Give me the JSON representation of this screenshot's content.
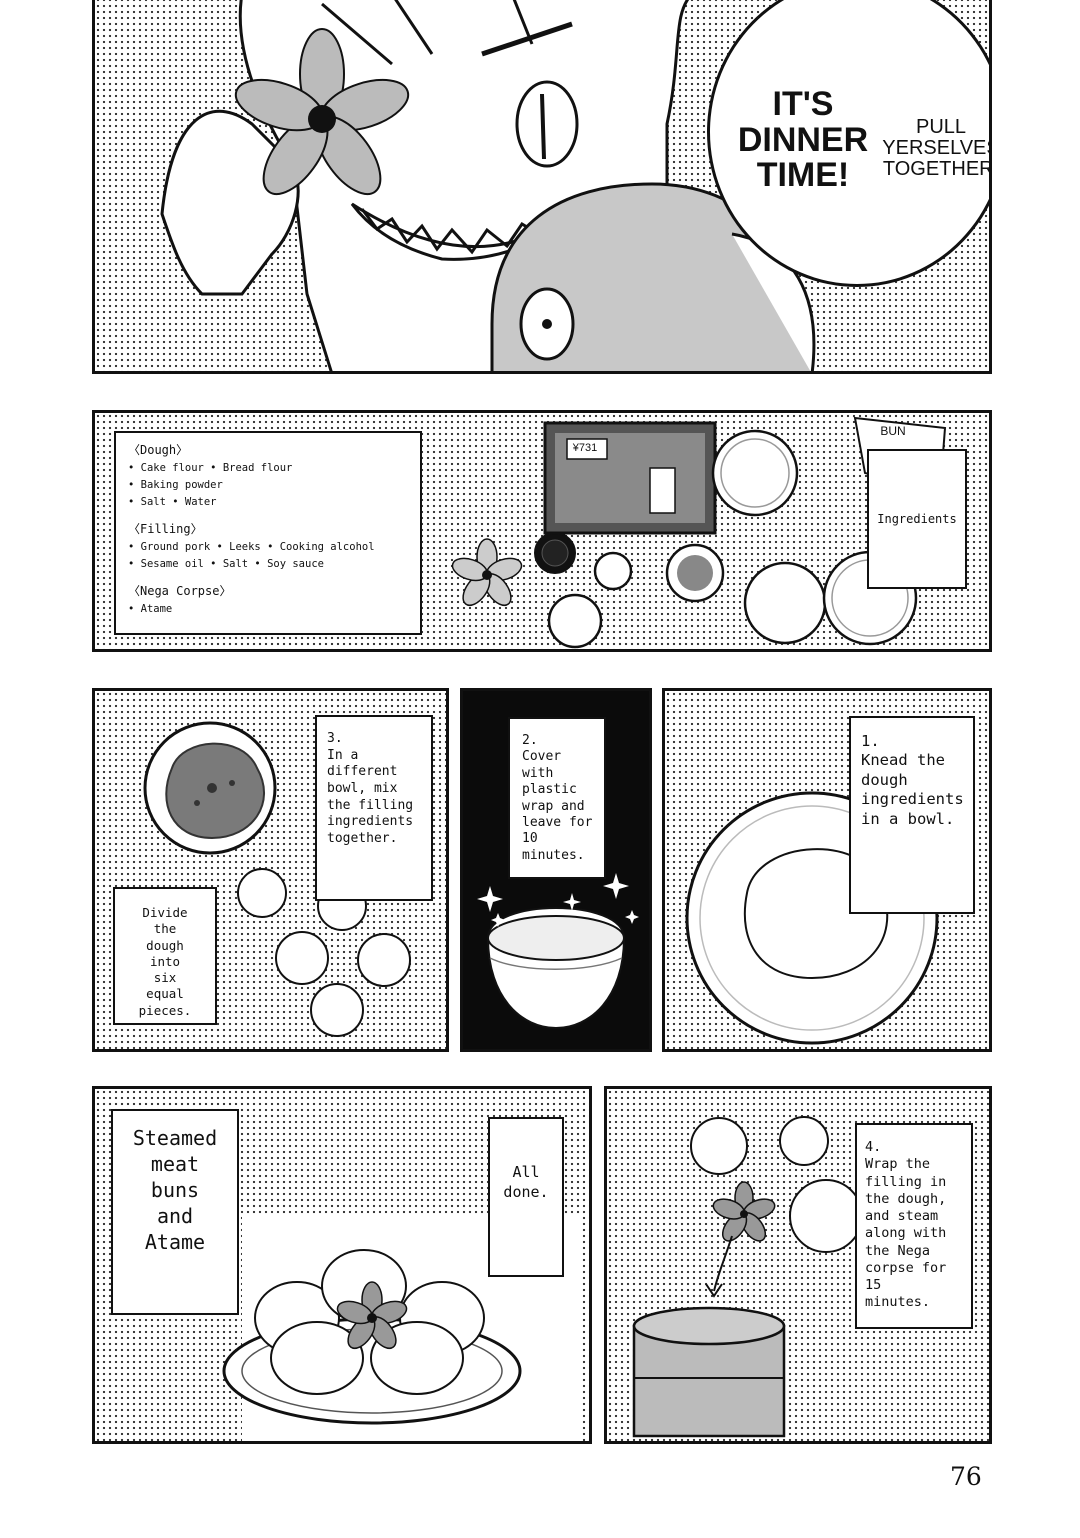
{
  "panel1": {
    "speech_main": "IT'S\nDINNER\nTIME!",
    "speech_side": "PULL\nYERSELVES\nTOGETHER!"
  },
  "panel2": {
    "ingredients": {
      "dough": {
        "heading": "〈Dough〉",
        "lines": [
          "• Cake flour • Bread flour",
          "• Baking powder",
          "• Salt • Water"
        ]
      },
      "filling": {
        "heading": "〈Filling〉",
        "lines": [
          "• Ground pork • Leeks • Cooking alcohol",
          "• Sesame oil • Salt • Soy sauce"
        ]
      },
      "nega_corpse": {
        "heading": "〈Nega Corpse〉",
        "lines": [
          "• Atame"
        ]
      }
    },
    "ingredients_label": "Ingredients",
    "price_tag": "¥731",
    "bag_text": "BUN"
  },
  "steps": {
    "step1": "1.\nKnead the\ndough\ningredients\nin a bowl.",
    "step2": "2.\nCover\nwith\nplastic\nwrap and\nleave for\n10\nminutes.",
    "step3": "3.\nIn a\ndifferent\nbowl, mix\nthe filling\ningredients\ntogether.",
    "divide": "Divide\nthe\ndough\ninto\nsix\nequal\npieces.",
    "step4": "4.\nWrap the\nfilling in\nthe dough,\nand steam\nalong with\nthe Nega\ncorpse for\n15\nminutes."
  },
  "final": {
    "all_done": "All\ndone.",
    "dish_title": "Steamed\nmeat\nbuns\nand\nAtame"
  },
  "page_number": "76"
}
